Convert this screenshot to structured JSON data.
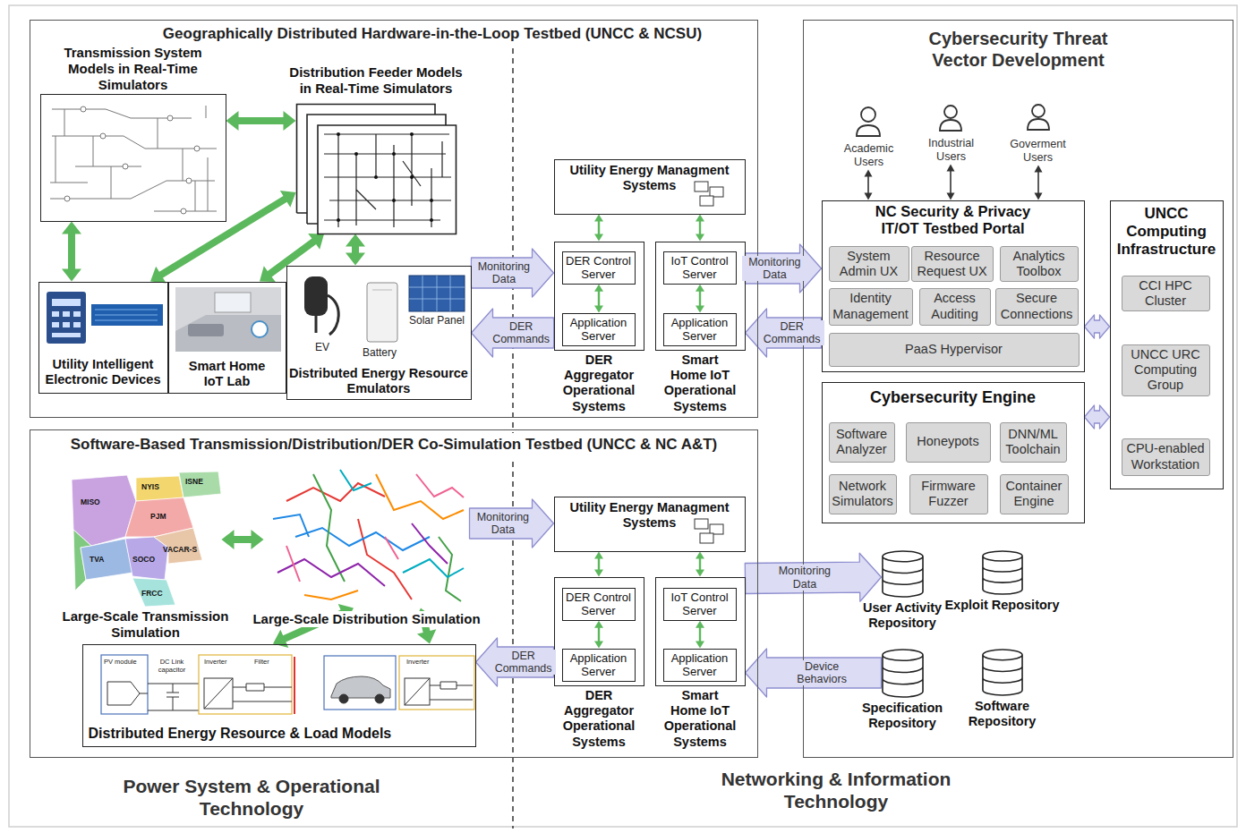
{
  "diagram": {
    "nodes": [
      {
        "text": [
          "Geographically Distributed Hardware-in-the-Loop Testbed (UNCC & NCSU)"
        ]
      },
      {
        "text": [
          "Transmission System Models in Real-Time Simulators"
        ],
        "in": 0
      },
      {
        "text": [
          "Distribution Feeder Models in Real-Time Simulators"
        ],
        "in": 0
      },
      {
        "text": [
          "Utility Intelligent Electronic Devices"
        ],
        "in": 0
      },
      {
        "text": [
          "Smart Home IoT Lab"
        ],
        "in": 0
      },
      {
        "text": [
          "Distributed Energy Resource Emulators"
        ],
        "in": 0
      },
      {
        "text": [
          "Utility Energy Managment Systems"
        ],
        "in": 0
      },
      {
        "text": [
          "DER Aggregator Operational Systems"
        ],
        "in": 0
      },
      {
        "text": [
          "DER Control Server"
        ],
        "in": 7
      },
      {
        "text": [
          "Application Server"
        ],
        "in": 7
      },
      {
        "text": [
          "Smart Home IoT Operational Systems"
        ],
        "in": 0
      },
      {
        "text": [
          "IoT Control Server"
        ],
        "in": 10
      },
      {
        "text": [
          "Application Server"
        ],
        "in": 10
      },
      {
        "text": [
          "Software-Based Transmission/Distribution/DER Co-Simulation Testbed (UNCC & NC A&T)"
        ]
      },
      {
        "text": [
          "Large-Scale Transmission Simulation"
        ],
        "in": 13
      },
      {
        "text": [
          "Large-Scale Distribution Simulation"
        ],
        "in": 13
      },
      {
        "text": [
          "Distributed Energy Resource & Load Models"
        ],
        "in": 13
      },
      {
        "text": [
          "Utility Energy Managment Systems"
        ],
        "in": 13
      },
      {
        "text": [
          "DER Aggregator Operational Systems"
        ],
        "in": 13
      },
      {
        "text": [
          "DER Control Server"
        ],
        "in": 18
      },
      {
        "text": [
          "Application Server"
        ],
        "in": 18
      },
      {
        "text": [
          "Smart Home IoT Operational Systems"
        ],
        "in": 13
      },
      {
        "text": [
          "IoT Control Server"
        ],
        "in": 21
      },
      {
        "text": [
          "Application Server"
        ],
        "in": 21
      },
      {
        "text": [
          "Cybersecurity Threat Vector Development"
        ]
      },
      {
        "text": [
          "Academic Users"
        ],
        "in": 24
      },
      {
        "text": [
          "Industrial Users"
        ],
        "in": 24
      },
      {
        "text": [
          "Goverment Users"
        ],
        "in": 24
      },
      {
        "text": [
          "NC Security & Privacy IT/OT Testbed Portal"
        ],
        "in": 24
      },
      {
        "text": [
          "System Admin UX"
        ],
        "in": 28
      },
      {
        "text": [
          "Resource Request UX"
        ],
        "in": 28
      },
      {
        "text": [
          "Analytics Toolbox"
        ],
        "in": 28
      },
      {
        "text": [
          "Identity Management"
        ],
        "in": 28
      },
      {
        "text": [
          "Access Auditing"
        ],
        "in": 28
      },
      {
        "text": [
          "Secure Connections"
        ],
        "in": 28
      },
      {
        "text": [
          "PaaS Hypervisor"
        ],
        "in": 28
      },
      {
        "text": [
          "UNCC Computing Infrastructure"
        ],
        "in": 24
      },
      {
        "text": [
          "CCI HPC Cluster"
        ],
        "in": 36
      },
      {
        "text": [
          "UNCC URC Computing Group"
        ],
        "in": 36
      },
      {
        "text": [
          "CPU-enabled Workstation"
        ],
        "in": 36
      },
      {
        "text": [
          "Cybersecurity Engine"
        ],
        "in": 24
      },
      {
        "text": [
          "Software Analyzer"
        ],
        "in": 40
      },
      {
        "text": [
          "Honeypots"
        ],
        "in": 40
      },
      {
        "text": [
          "DNN/ML Toolchain"
        ],
        "in": 40
      },
      {
        "text": [
          "Network Simulators"
        ],
        "in": 40
      },
      {
        "text": [
          "Firmware Fuzzer"
        ],
        "in": 40
      },
      {
        "text": [
          "Container Engine"
        ],
        "in": 40
      },
      {
        "text": [
          "User Activity Repository"
        ],
        "in": 24
      },
      {
        "text": [
          "Exploit Repository"
        ],
        "in": 24
      },
      {
        "text": [
          "Specification Repository"
        ],
        "in": 24
      },
      {
        "text": [
          "Software Repository"
        ],
        "in": 24
      }
    ],
    "edges": [
      {
        "from": 1,
        "to": 2,
        "arrow": "both"
      },
      {
        "from": 1,
        "to": 3,
        "arrow": "both"
      },
      {
        "from": 2,
        "to": 3,
        "arrow": "both"
      },
      {
        "from": 2,
        "to": 4,
        "arrow": "both"
      },
      {
        "from": 2,
        "to": 5,
        "arrow": "both"
      },
      {
        "from": 6,
        "to": 7,
        "arrow": "both"
      },
      {
        "from": 6,
        "to": 10,
        "arrow": "both"
      },
      {
        "from": 8,
        "to": 9,
        "arrow": "both"
      },
      {
        "from": 11,
        "to": 12,
        "arrow": "both"
      },
      {
        "from": 5,
        "to": 7,
        "label": "Monitoring Data",
        "arrow": "to"
      },
      {
        "from": 7,
        "to": 5,
        "label": "DER Commands",
        "arrow": "to"
      },
      {
        "from": 10,
        "to": 28,
        "label": "Monitoring Data",
        "arrow": "to"
      },
      {
        "from": 28,
        "to": 10,
        "label": "DER Commands",
        "arrow": "to"
      },
      {
        "from": 25,
        "to": 28,
        "arrow": "both"
      },
      {
        "from": 26,
        "to": 28,
        "arrow": "both"
      },
      {
        "from": 27,
        "to": 28,
        "arrow": "both"
      },
      {
        "from": 28,
        "to": 36,
        "arrow": "both"
      },
      {
        "from": 40,
        "to": 36,
        "arrow": "both"
      },
      {
        "from": 14,
        "to": 15,
        "arrow": "both"
      },
      {
        "from": 15,
        "to": 16,
        "arrow": "both"
      },
      {
        "from": 16,
        "to": 15,
        "arrow": "both"
      },
      {
        "from": 17,
        "to": 18,
        "arrow": "both"
      },
      {
        "from": 17,
        "to": 21,
        "arrow": "both"
      },
      {
        "from": 19,
        "to": 20,
        "arrow": "both"
      },
      {
        "from": 22,
        "to": 23,
        "arrow": "both"
      },
      {
        "from": 15,
        "to": 17,
        "label": "Monitoring Data",
        "arrow": "to"
      },
      {
        "from": 18,
        "to": 16,
        "label": "DER Commands",
        "arrow": "to"
      },
      {
        "from": 21,
        "to": 47,
        "label": "Monitoring Data",
        "arrow": "to"
      },
      {
        "from": 49,
        "to": 21,
        "label": "Device Behaviors",
        "arrow": "to"
      }
    ],
    "labels": [
      "Power System & Operational Technology",
      "Networking & Information Technology",
      "EV",
      "Battery",
      "Solar Panel",
      "MISO",
      "NYIS",
      "ISNE",
      "PJM",
      "TVA",
      "SOCO",
      "VACAR-S",
      "FRCC",
      "PV module",
      "DC Link capacitor",
      "Inverter",
      "Filter",
      "Inverter"
    ]
  }
}
